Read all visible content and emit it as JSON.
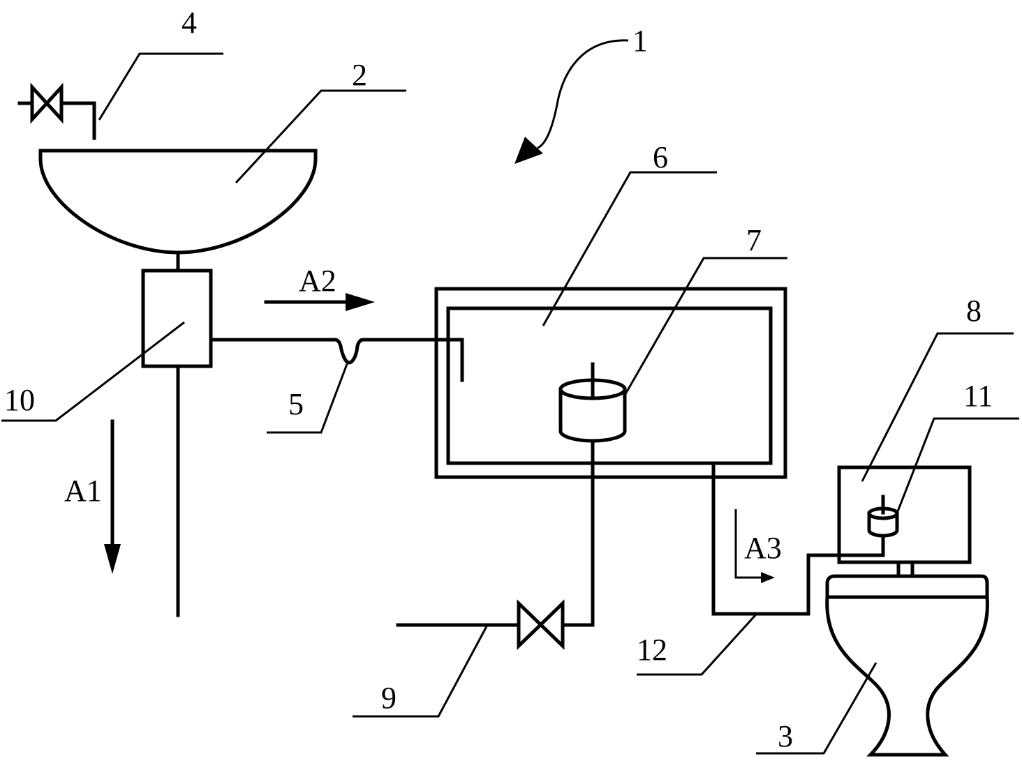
{
  "labels": {
    "system": "1",
    "basin": "2",
    "toilet": "3",
    "faucet": "4",
    "trap": "5",
    "tank": "6",
    "float_valve": "7",
    "cistern": "8",
    "supply_valve": "9",
    "diverter": "10",
    "cistern_float": "11",
    "outlet_pipe": "12"
  },
  "arrows": {
    "a1": "A1",
    "a2": "A2",
    "a3": "A3"
  },
  "colors": {
    "stroke": "#000000",
    "background": "#ffffff"
  }
}
